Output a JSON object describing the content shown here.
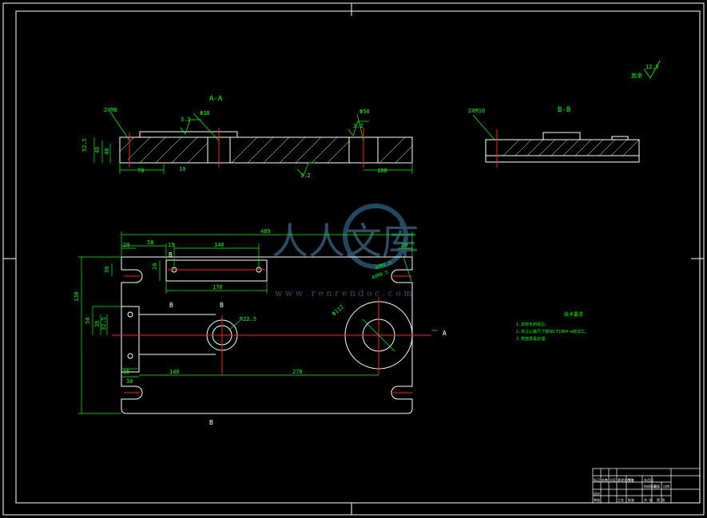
{
  "colors": {
    "background": "#000000",
    "outline": "#ffffff",
    "dimension": "#00ff00",
    "centerline": "#ff2020",
    "watermark": "#3a6a8a"
  },
  "views": {
    "section_aa": {
      "title": "A-A",
      "thread_left": "2XM8",
      "hole_d": "Φ38",
      "hole_d2": "Φ50",
      "rough_top": "3.2",
      "rough_right": "3.2",
      "rough_bottom": "3.2",
      "dim_left_stack": [
        "52.5",
        "45",
        "40"
      ],
      "dim_bottom_left": "70",
      "dim_bottom_mid": "10",
      "dim_bottom_right": "100"
    },
    "section_bb": {
      "title": "B-B",
      "thread": "2XM10"
    },
    "plan": {
      "overall_width": "489",
      "left_margin": "20",
      "right_margin": "20",
      "offset_58": "58",
      "slot_offset": "15",
      "slot_length": "140",
      "slot_total": "170",
      "slot_height": "20",
      "left_30_top": "30",
      "overall_height": "130",
      "left_50": "50",
      "left_35": "35",
      "left_325": "32.5",
      "left_15": "15",
      "left_30_bottom": "30",
      "dist_148": "148",
      "dist_270": "270",
      "r_small": "R22.5",
      "d_big": "Φ112",
      "slot_note1": "4XM2.5",
      "slot_note2": "4XM0.5",
      "section_b_top": "B",
      "section_b_mark": "B",
      "section_b_bottom": "B",
      "arrow_a": "A",
      "b_tag": "B"
    }
  },
  "roughness_corner": {
    "symbol_value": "12.5",
    "label": "其余"
  },
  "tech_notes": {
    "title": "技术要求",
    "lines": [
      "1.去除毛刺锐边。",
      "2.未注公差尺寸按GB/T1804-m级加工。",
      "3.表面发黑处理。"
    ]
  },
  "watermark": {
    "text": "人人文库",
    "url": "w w w . r e n r e n d o c . c o m"
  },
  "title_block": {
    "cells": [
      "标记",
      "处数",
      "分区",
      "更改文件号",
      "签名",
      "年月日",
      "阶段标记",
      "重量",
      "比例",
      "共 张",
      "第 张",
      "设计",
      "审核",
      "工艺",
      "批准"
    ]
  }
}
